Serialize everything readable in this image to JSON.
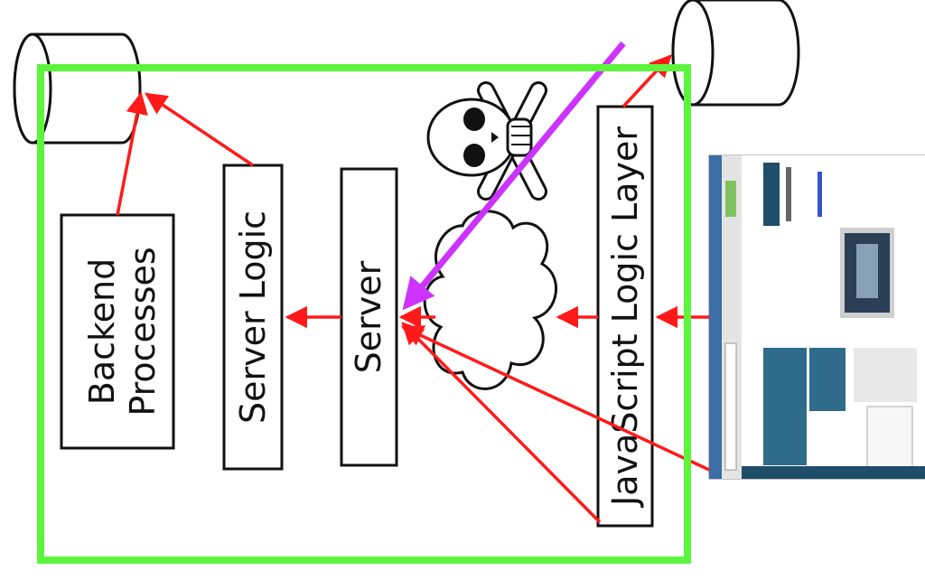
{
  "nodes": {
    "backend_line1": "Backend",
    "backend_line2": "Processes",
    "server_logic": "Server Logic",
    "server": "Server",
    "js_layer": "JavaScript Logic Layer"
  },
  "colors": {
    "boundary": "#5cf53c",
    "arrow": "#ff1a1a",
    "attack": "#cc33ff",
    "stroke": "#111111"
  },
  "icons": {
    "database_left": "database-cylinder-icon",
    "database_right": "database-cylinder-icon",
    "threat": "skull-crossbones-icon",
    "network": "cloud-icon",
    "browser": "browser-screenshot-icon"
  }
}
